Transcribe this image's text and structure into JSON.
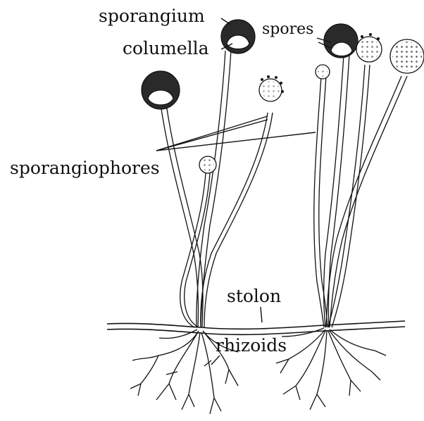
{
  "labels": {
    "sporangium": "sporangium",
    "columella": "columella",
    "spores": "spores",
    "sporangiophores": "sporangiophores",
    "stolon": "stolon",
    "rhizoids": "rhizoids"
  },
  "colors": {
    "ink": "#111111",
    "stalk_fill": "#f2f2ee",
    "sporangium_fill": "#2a2a2a",
    "background": "#ffffff"
  }
}
